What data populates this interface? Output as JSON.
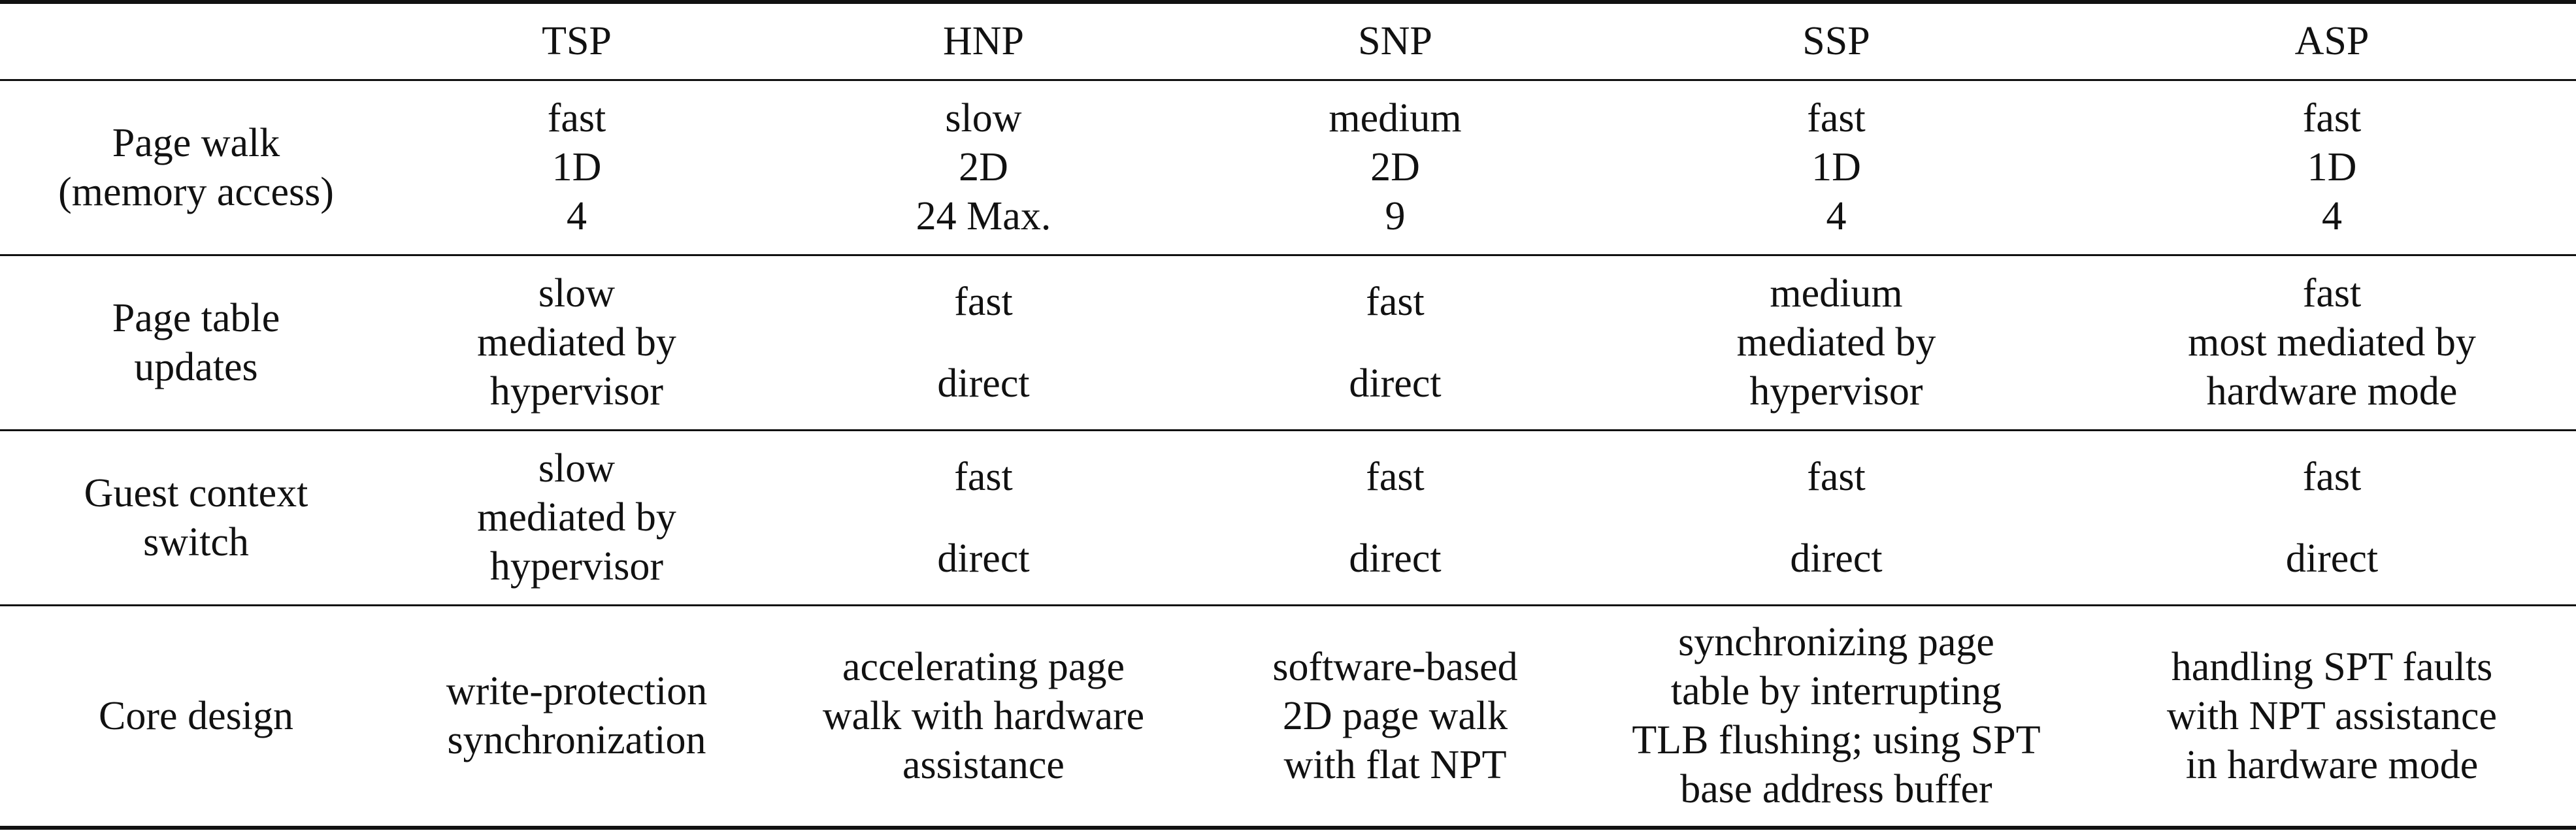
{
  "columns": [
    "",
    "TSP",
    "HNP",
    "SNP",
    "SSP",
    "ASP"
  ],
  "rows": [
    {
      "label": [
        "Page walk",
        "(memory access)"
      ],
      "cells": [
        [
          "fast",
          "1D",
          "4"
        ],
        [
          "slow",
          "2D",
          "24 Max."
        ],
        [
          "medium",
          "2D",
          "9"
        ],
        [
          "fast",
          "1D",
          "4"
        ],
        [
          "fast",
          "1D",
          "4"
        ]
      ]
    },
    {
      "label": [
        "Page table",
        "updates"
      ],
      "cells": [
        [
          "slow",
          "mediated by",
          "hypervisor"
        ],
        [
          "fast",
          "direct"
        ],
        [
          "fast",
          "direct"
        ],
        [
          "medium",
          "mediated by",
          "hypervisor"
        ],
        [
          "fast",
          "most mediated by",
          "hardware mode"
        ]
      ]
    },
    {
      "label": [
        "Guest context",
        "switch"
      ],
      "cells": [
        [
          "slow",
          "mediated by",
          "hypervisor"
        ],
        [
          "fast",
          "direct"
        ],
        [
          "fast",
          "direct"
        ],
        [
          "fast",
          "direct"
        ],
        [
          "fast",
          "direct"
        ]
      ]
    },
    {
      "label": [
        "Core design"
      ],
      "cells": [
        [
          "write-protection",
          "synchronization"
        ],
        [
          "accelerating page",
          "walk with hardware",
          "assistance"
        ],
        [
          "software-based",
          "2D page walk",
          "with flat NPT"
        ],
        [
          "synchronizing page",
          "table by interrupting",
          "TLB flushing; using SPT",
          "base address buffer"
        ],
        [
          "handling SPT faults",
          "with NPT assistance",
          "in hardware mode"
        ]
      ]
    }
  ]
}
